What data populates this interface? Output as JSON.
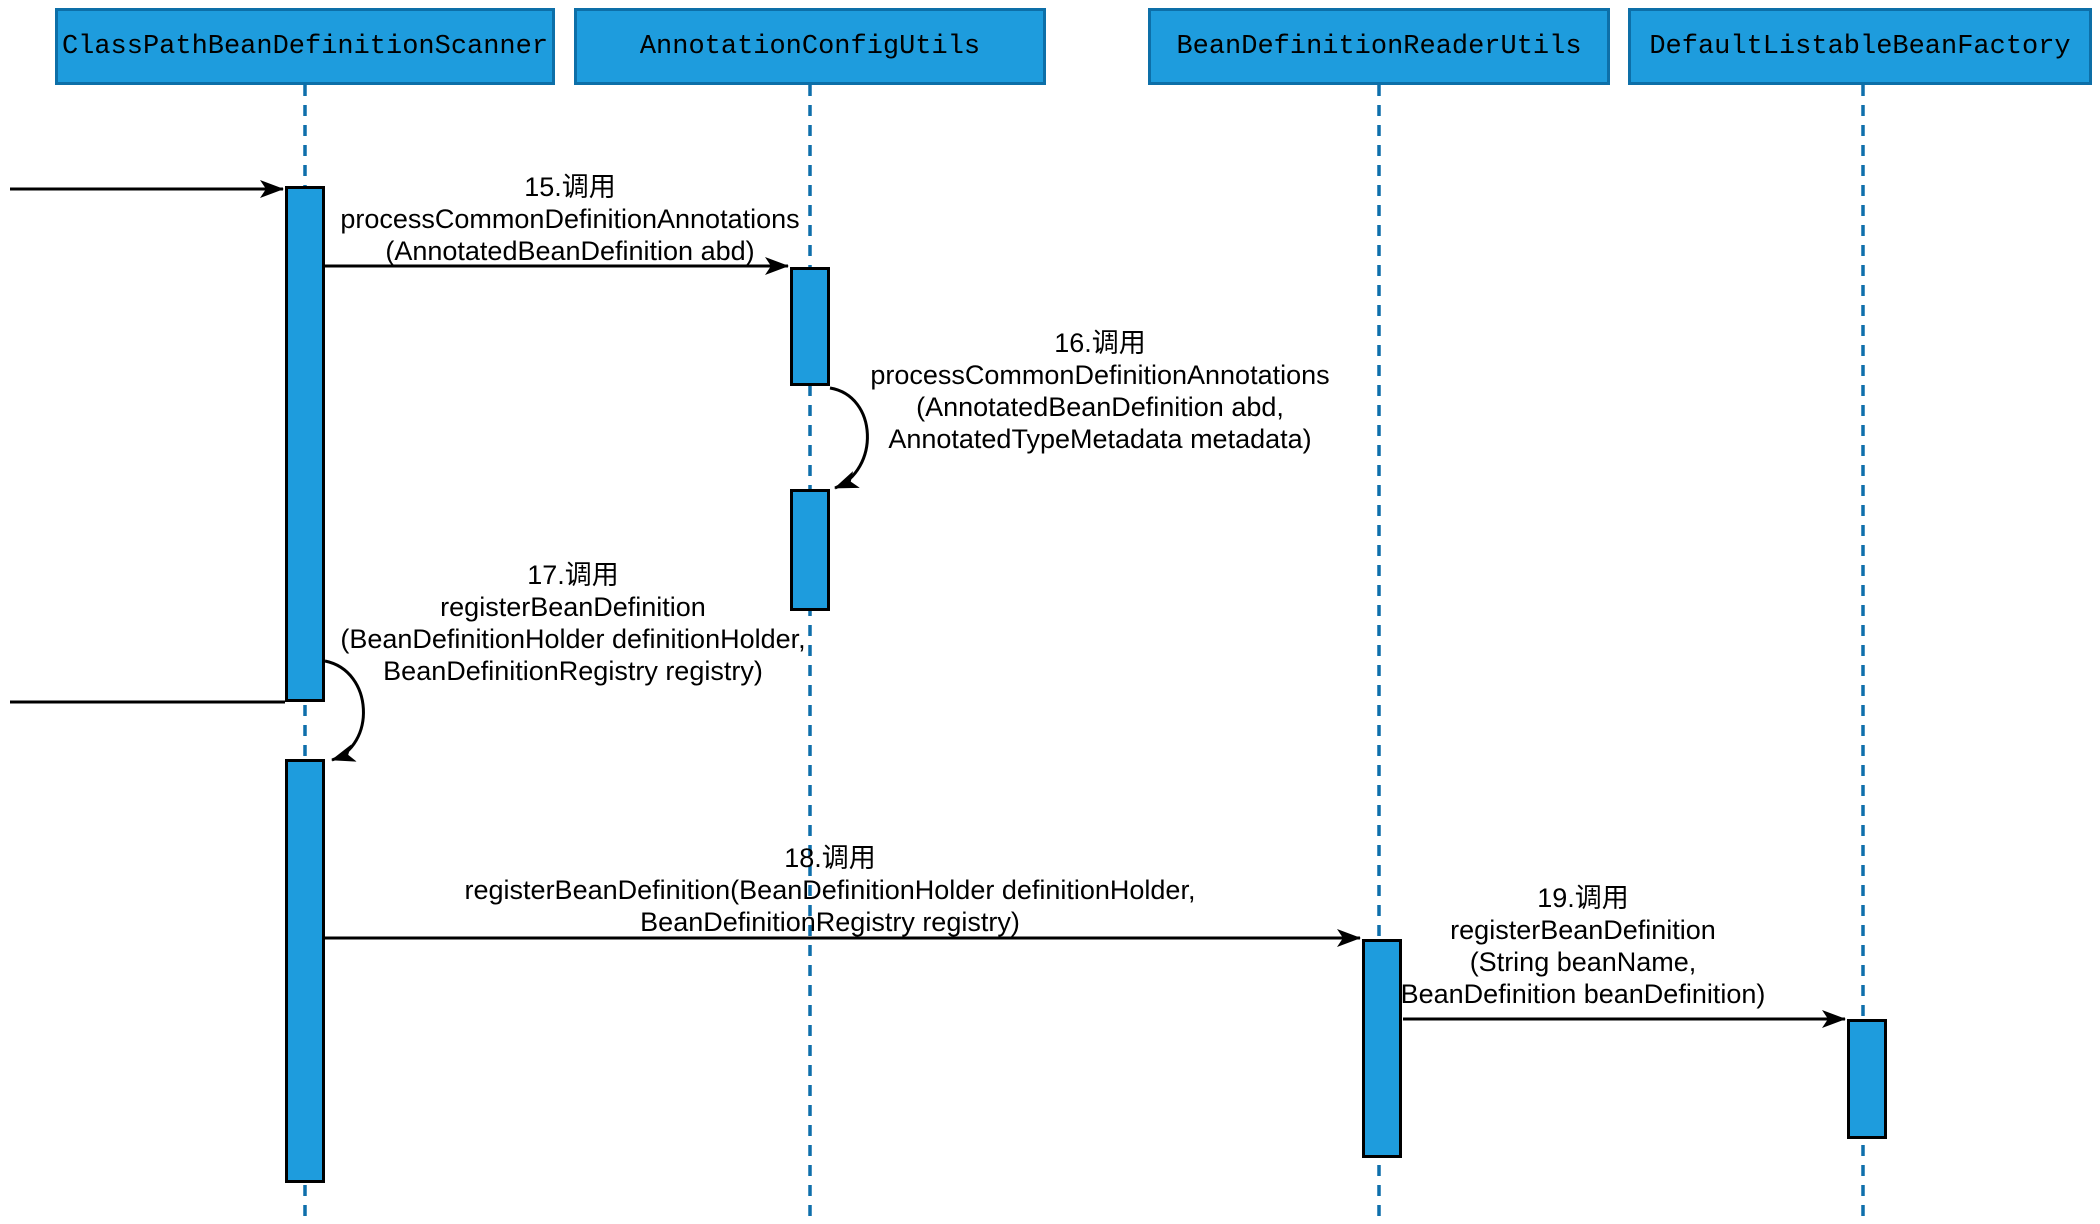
{
  "diagram": {
    "type": "uml-sequence-diagram",
    "colors": {
      "participant_fill": "#1e9cdd",
      "participant_border": "#0d6fa8",
      "activation_fill": "#1e9cdd",
      "activation_border": "#000000",
      "lifeline": "#0e6fab",
      "arrow": "#000000",
      "text": "#000000",
      "background": "#ffffff"
    },
    "participants": {
      "p1": {
        "name": "ClassPathBeanDefinitionScanner"
      },
      "p2": {
        "name": "AnnotationConfigUtils"
      },
      "p3": {
        "name": "BeanDefinitionReaderUtils"
      },
      "p4": {
        "name": "DefaultListableBeanFactory"
      }
    },
    "messages": {
      "m15": {
        "number": "15",
        "type": "call",
        "from": "ClassPathBeanDefinitionScanner",
        "to": "AnnotationConfigUtils",
        "label_lines": [
          "15.调用",
          "processCommonDefinitionAnnotations",
          "(AnnotatedBeanDefinition abd)"
        ]
      },
      "m16": {
        "number": "16",
        "type": "self-call",
        "from": "AnnotationConfigUtils",
        "to": "AnnotationConfigUtils",
        "label_lines": [
          "16.调用",
          "processCommonDefinitionAnnotations",
          "(AnnotatedBeanDefinition abd,",
          "AnnotatedTypeMetadata metadata)"
        ]
      },
      "m17": {
        "number": "17",
        "type": "self-call",
        "from": "ClassPathBeanDefinitionScanner",
        "to": "ClassPathBeanDefinitionScanner",
        "label_lines": [
          "17.调用",
          "registerBeanDefinition",
          "(BeanDefinitionHolder definitionHolder,",
          "BeanDefinitionRegistry registry)"
        ]
      },
      "m18": {
        "number": "18",
        "type": "call",
        "from": "ClassPathBeanDefinitionScanner",
        "to": "BeanDefinitionReaderUtils",
        "label_lines": [
          "18.调用",
          "registerBeanDefinition(BeanDefinitionHolder definitionHolder,",
          "BeanDefinitionRegistry registry)"
        ]
      },
      "m19": {
        "number": "19",
        "type": "call",
        "from": "BeanDefinitionReaderUtils",
        "to": "DefaultListableBeanFactory",
        "label_lines": [
          "19.调用",
          "registerBeanDefinition",
          "(String beanName,",
          "BeanDefinition beanDefinition)"
        ]
      }
    },
    "unlabeled_edges": [
      {
        "type": "incoming-call-from-left-edge",
        "to": "ClassPathBeanDefinitionScanner"
      },
      {
        "type": "return-line-to-left-edge",
        "from": "ClassPathBeanDefinitionScanner"
      }
    ]
  }
}
